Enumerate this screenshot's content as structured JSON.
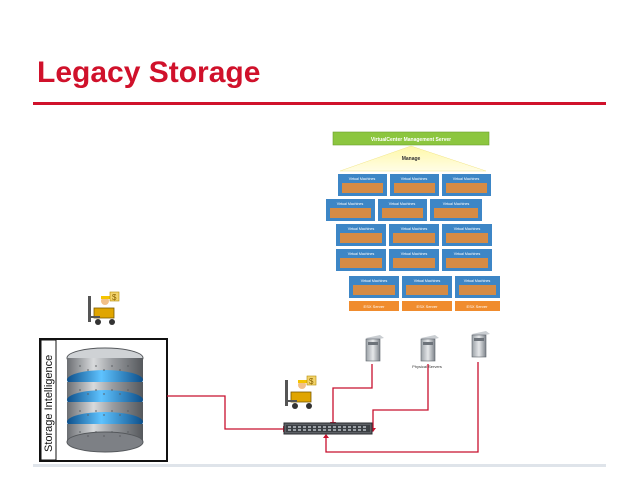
{
  "slide": {
    "title": "Legacy Storage"
  },
  "diagram": {
    "storage_label": "Storage Intelligence",
    "management_server": "VirtualCenter Management Server",
    "manage_label": "Manage",
    "vm_group_label": "Virtual Machines",
    "esx_labels": [
      "ESX Server",
      "ESX Server",
      "ESX Server"
    ],
    "physical_servers_label": "Physical Servers",
    "colors": {
      "accent_red": "#d0112b",
      "connector_red": "#c8102e",
      "vm_blue": "#3d86c6",
      "esx_orange": "#f08c2e",
      "mgmt_green": "#8cc63f",
      "footer_gray": "#dfe4ea"
    },
    "icons": [
      "storage-database-icon",
      "forklift-worker-icon",
      "network-switch-icon",
      "tower-server-icon"
    ]
  }
}
